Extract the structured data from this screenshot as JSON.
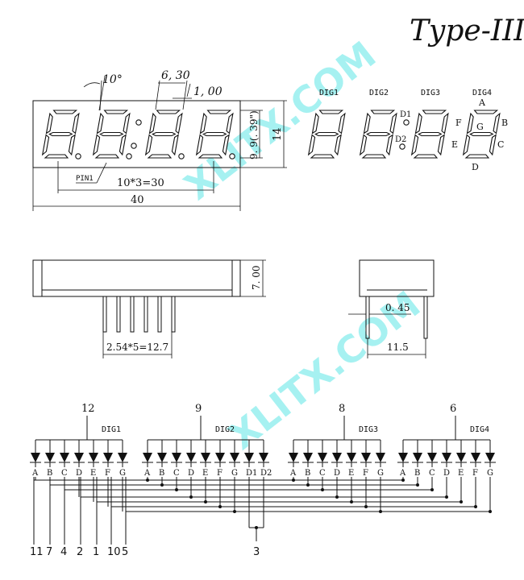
{
  "title": "Type-III",
  "front_view": {
    "angle_label": "10°",
    "pitch_label": "6, 30",
    "gap_label": "1, 00",
    "char_height_label": "9. 9(. 39\")",
    "height_label": "14",
    "pin1_label": "PIN1",
    "digit_span_label": "10*3=30",
    "width_label": "40"
  },
  "segment_map": {
    "digits": [
      "DIG1",
      "DIG2",
      "DIG3",
      "DIG4"
    ],
    "colon_labels": [
      "D1",
      "D2"
    ],
    "segments": {
      "A": "A",
      "B": "B",
      "C": "C",
      "D": "D",
      "E": "E",
      "F": "F",
      "G": "G"
    }
  },
  "side_view": {
    "depth_label": "7. 00",
    "pin_pitch_label": "2.54*5=12.7",
    "pin_width_label": "0. 45",
    "pin_row_label": "11.5"
  },
  "circuit": {
    "groups": [
      {
        "dig": "DIG1",
        "pin": "12",
        "segs": [
          "A",
          "B",
          "C",
          "D",
          "E",
          "F",
          "G"
        ]
      },
      {
        "dig": "DIG2",
        "pin": "9",
        "segs": [
          "A",
          "B",
          "C",
          "D",
          "E",
          "F",
          "G",
          "D1",
          "D2"
        ]
      },
      {
        "dig": "DIG3",
        "pin": "8",
        "segs": [
          "A",
          "B",
          "C",
          "D",
          "E",
          "F",
          "G"
        ]
      },
      {
        "dig": "DIG4",
        "pin": "6",
        "segs": [
          "A",
          "B",
          "C",
          "D",
          "E",
          "F",
          "G"
        ]
      }
    ],
    "segment_pins": [
      "11",
      "7",
      "4",
      "2",
      "1",
      "10",
      "5"
    ],
    "colon_pin": "3"
  },
  "watermark": "XLITX.COM",
  "colors": {
    "ink": "#111111",
    "watermark": "#5ee7e7"
  }
}
